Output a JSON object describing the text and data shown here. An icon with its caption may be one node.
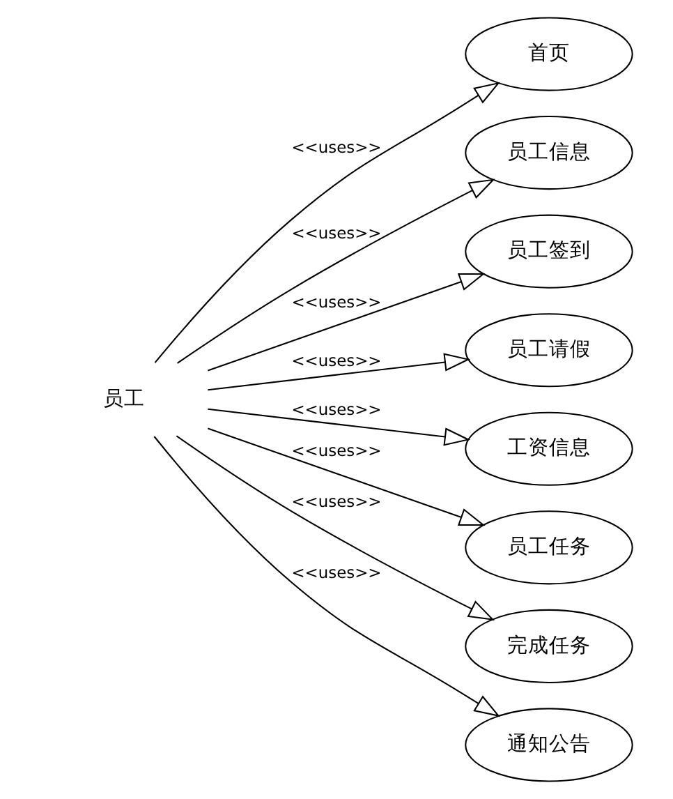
{
  "diagram": {
    "nodes": [
      {
        "text": [
          "员工"
        ]
      },
      {
        "text": [
          "首页"
        ]
      },
      {
        "text": [
          "员工信息"
        ]
      },
      {
        "text": [
          "员工签到"
        ]
      },
      {
        "text": [
          "员工请假"
        ]
      },
      {
        "text": [
          "工资信息"
        ]
      },
      {
        "text": [
          "员工任务"
        ]
      },
      {
        "text": [
          "完成任务"
        ]
      },
      {
        "text": [
          "通知公告"
        ]
      }
    ],
    "edges": [
      {
        "from": 0,
        "to": 1,
        "arrow": "to",
        "label": "<<uses>>"
      },
      {
        "from": 0,
        "to": 2,
        "arrow": "to",
        "label": "<<uses>>"
      },
      {
        "from": 0,
        "to": 3,
        "arrow": "to",
        "label": "<<uses>>"
      },
      {
        "from": 0,
        "to": 4,
        "arrow": "to",
        "label": "<<uses>>"
      },
      {
        "from": 0,
        "to": 5,
        "arrow": "to",
        "label": "<<uses>>"
      },
      {
        "from": 0,
        "to": 6,
        "arrow": "to",
        "label": "<<uses>>"
      },
      {
        "from": 0,
        "to": 7,
        "arrow": "to",
        "label": "<<uses>>"
      },
      {
        "from": 0,
        "to": 8,
        "arrow": "to",
        "label": "<<uses>>"
      }
    ]
  }
}
